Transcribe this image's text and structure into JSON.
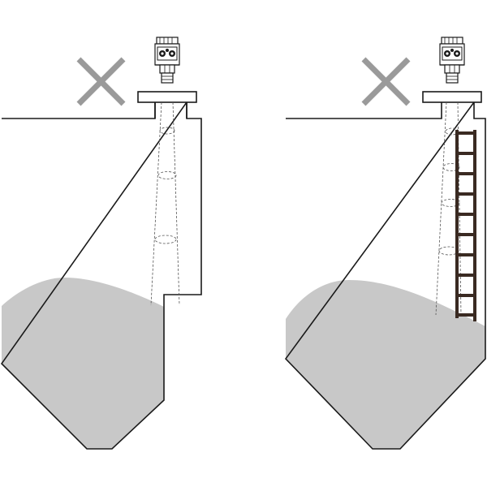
{
  "colors": {
    "background": "#ffffff",
    "outline": "#1a1a1a",
    "product_fill": "#c8c8c8",
    "cross_mark": "#9a9a9a",
    "ladder": "#3a2a22",
    "beam_line": "#555555"
  },
  "panels": [
    {
      "name": "nozzle-installation",
      "status_icon": "cross-mark-icon",
      "obstruction": "long-nozzle"
    },
    {
      "name": "ladder-installation",
      "status_icon": "cross-mark-icon",
      "obstruction": "ladder"
    }
  ]
}
